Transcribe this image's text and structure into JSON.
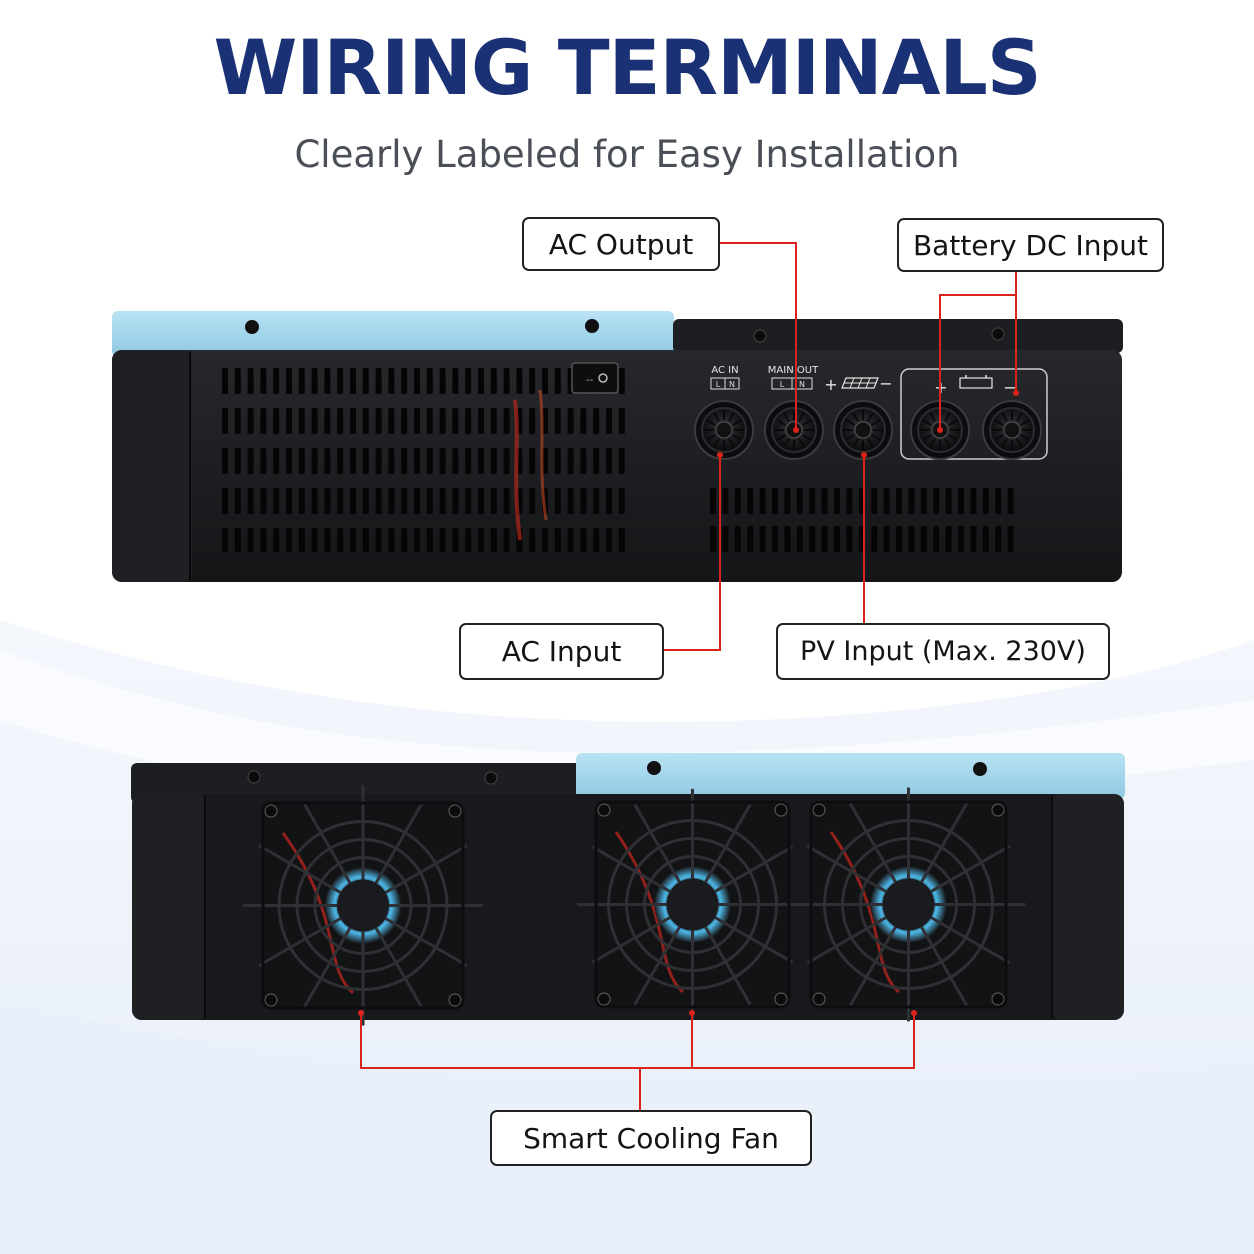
{
  "header": {
    "title": "WIRING TERMINALS",
    "subtitle": "Clearly Labeled for Easy Installation"
  },
  "callouts": {
    "ac_output": "AC Output",
    "battery_dc_input": "Battery DC Input",
    "ac_input": "AC Input",
    "pv_input": "PV Input (Max. 230V)",
    "smart_cooling_fan": "Smart Cooling Fan"
  },
  "unit_markings": {
    "ac_in": "AC IN",
    "main_out": "MAIN OUT",
    "l": "L",
    "n": "N",
    "plus": "+",
    "minus": "−"
  },
  "colors": {
    "title": "#1a3175",
    "leader_line": "#d9231c",
    "housing": "#1b1c1f",
    "lid": "#a9d9ee"
  }
}
